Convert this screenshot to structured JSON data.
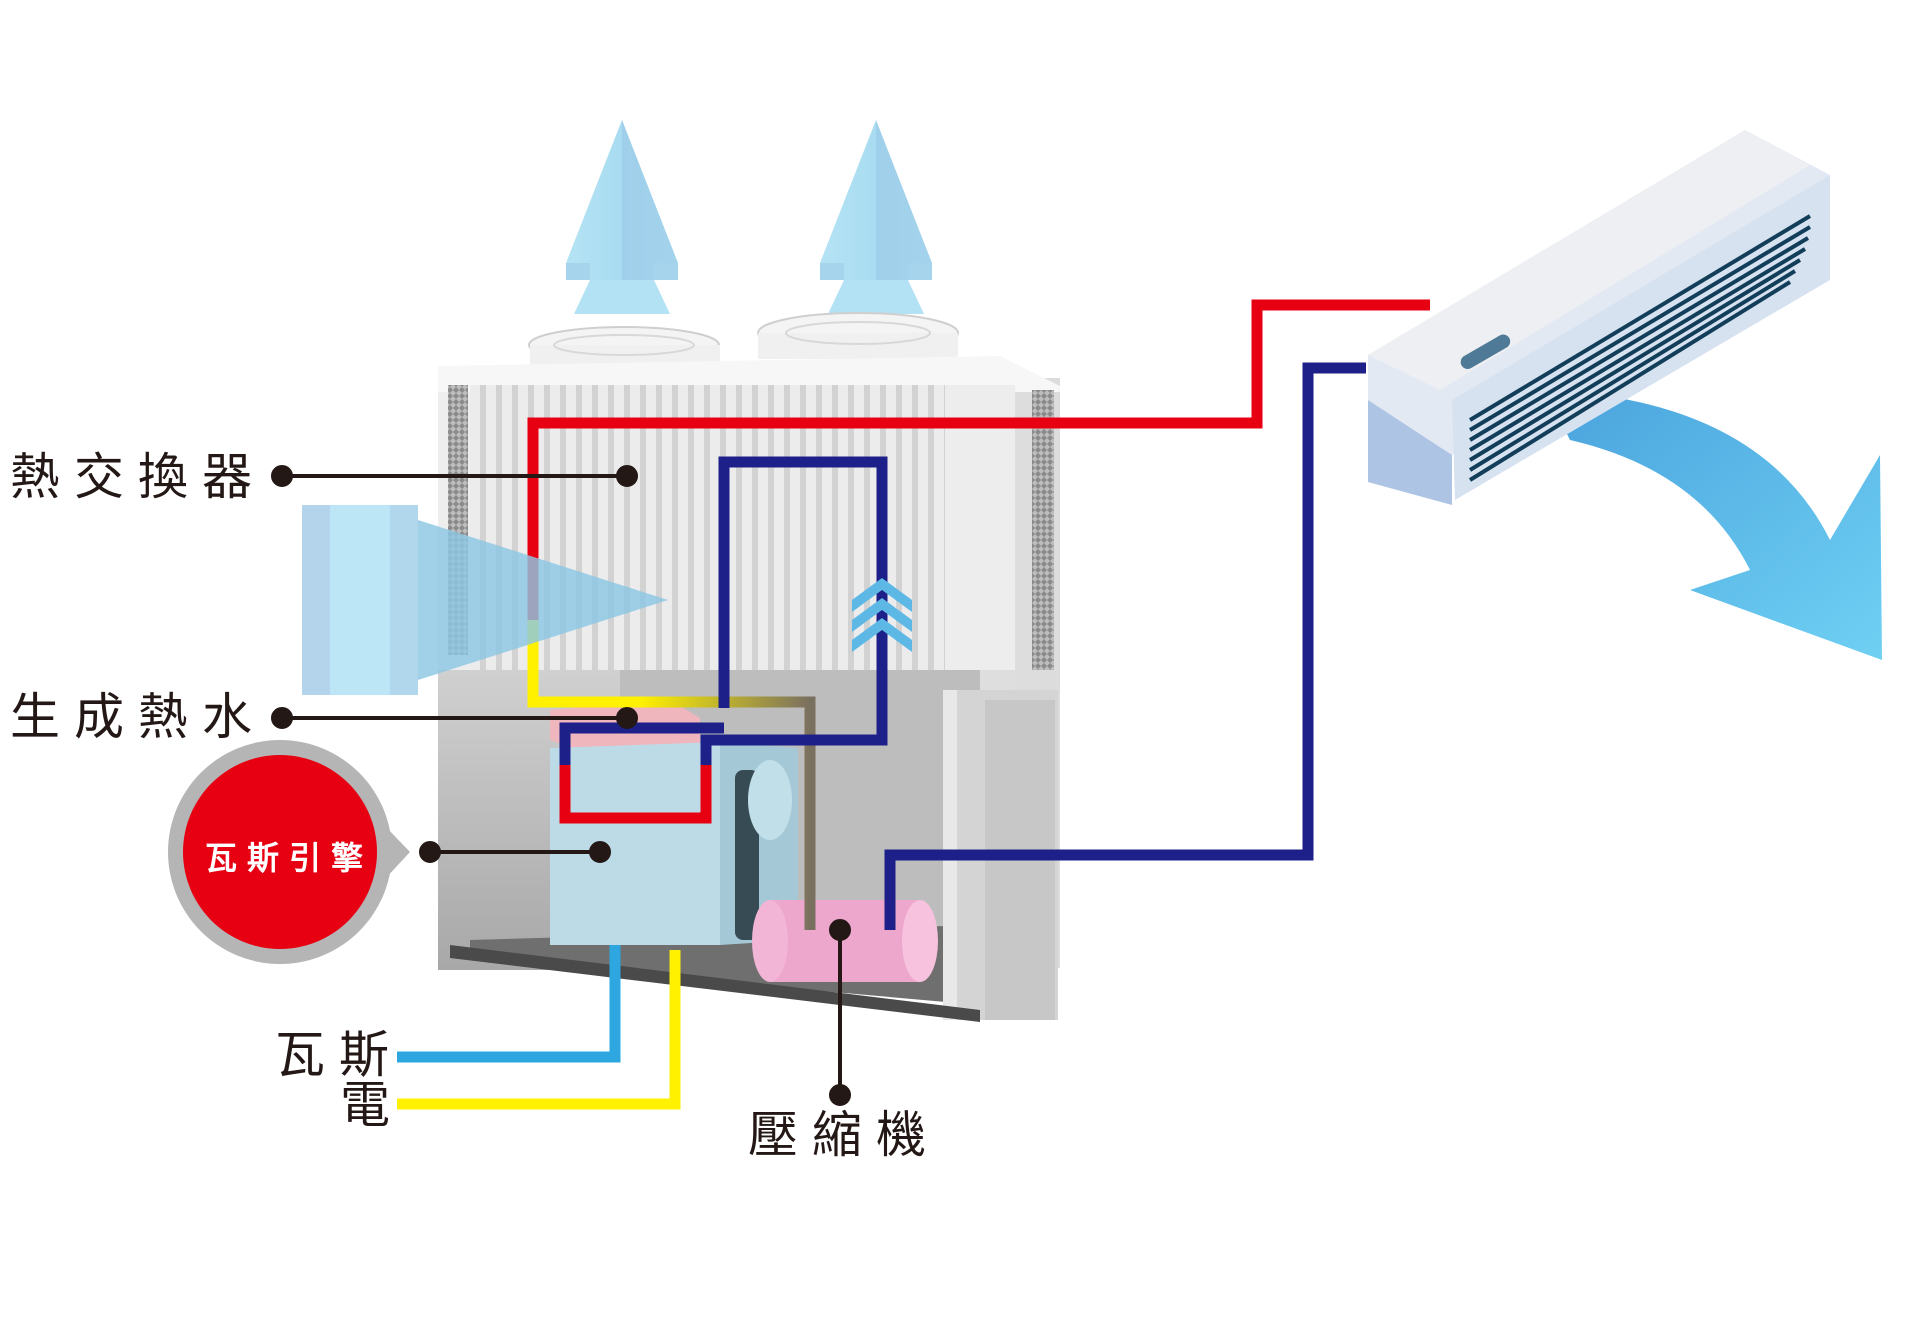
{
  "diagram": {
    "title": "瓦斯引擎空調系統",
    "labels": {
      "heat_exchanger": "熱交換器",
      "hot_water": "生成熱水",
      "gas_engine": "瓦斯引擎",
      "gas": "瓦斯",
      "electricity": "電",
      "compressor": "壓縮機"
    },
    "colors": {
      "hot_pipe": "#e60012",
      "cold_pipe": "#1d2088",
      "gas_line": "#2ea7e0",
      "electric_line": "#fff100",
      "exhaust_pipe": "#7a7060",
      "bubble_fill": "#e60012",
      "bubble_ring": "#b5b5b6",
      "airflow": "#a8dcf0",
      "leader_line": "#231815"
    },
    "components": [
      "outdoor-unit",
      "exhaust-fan-left",
      "exhaust-fan-right",
      "gas-engine-block",
      "compressor-cylinder",
      "heat-exchanger-fins",
      "indoor-ac-unit"
    ]
  }
}
